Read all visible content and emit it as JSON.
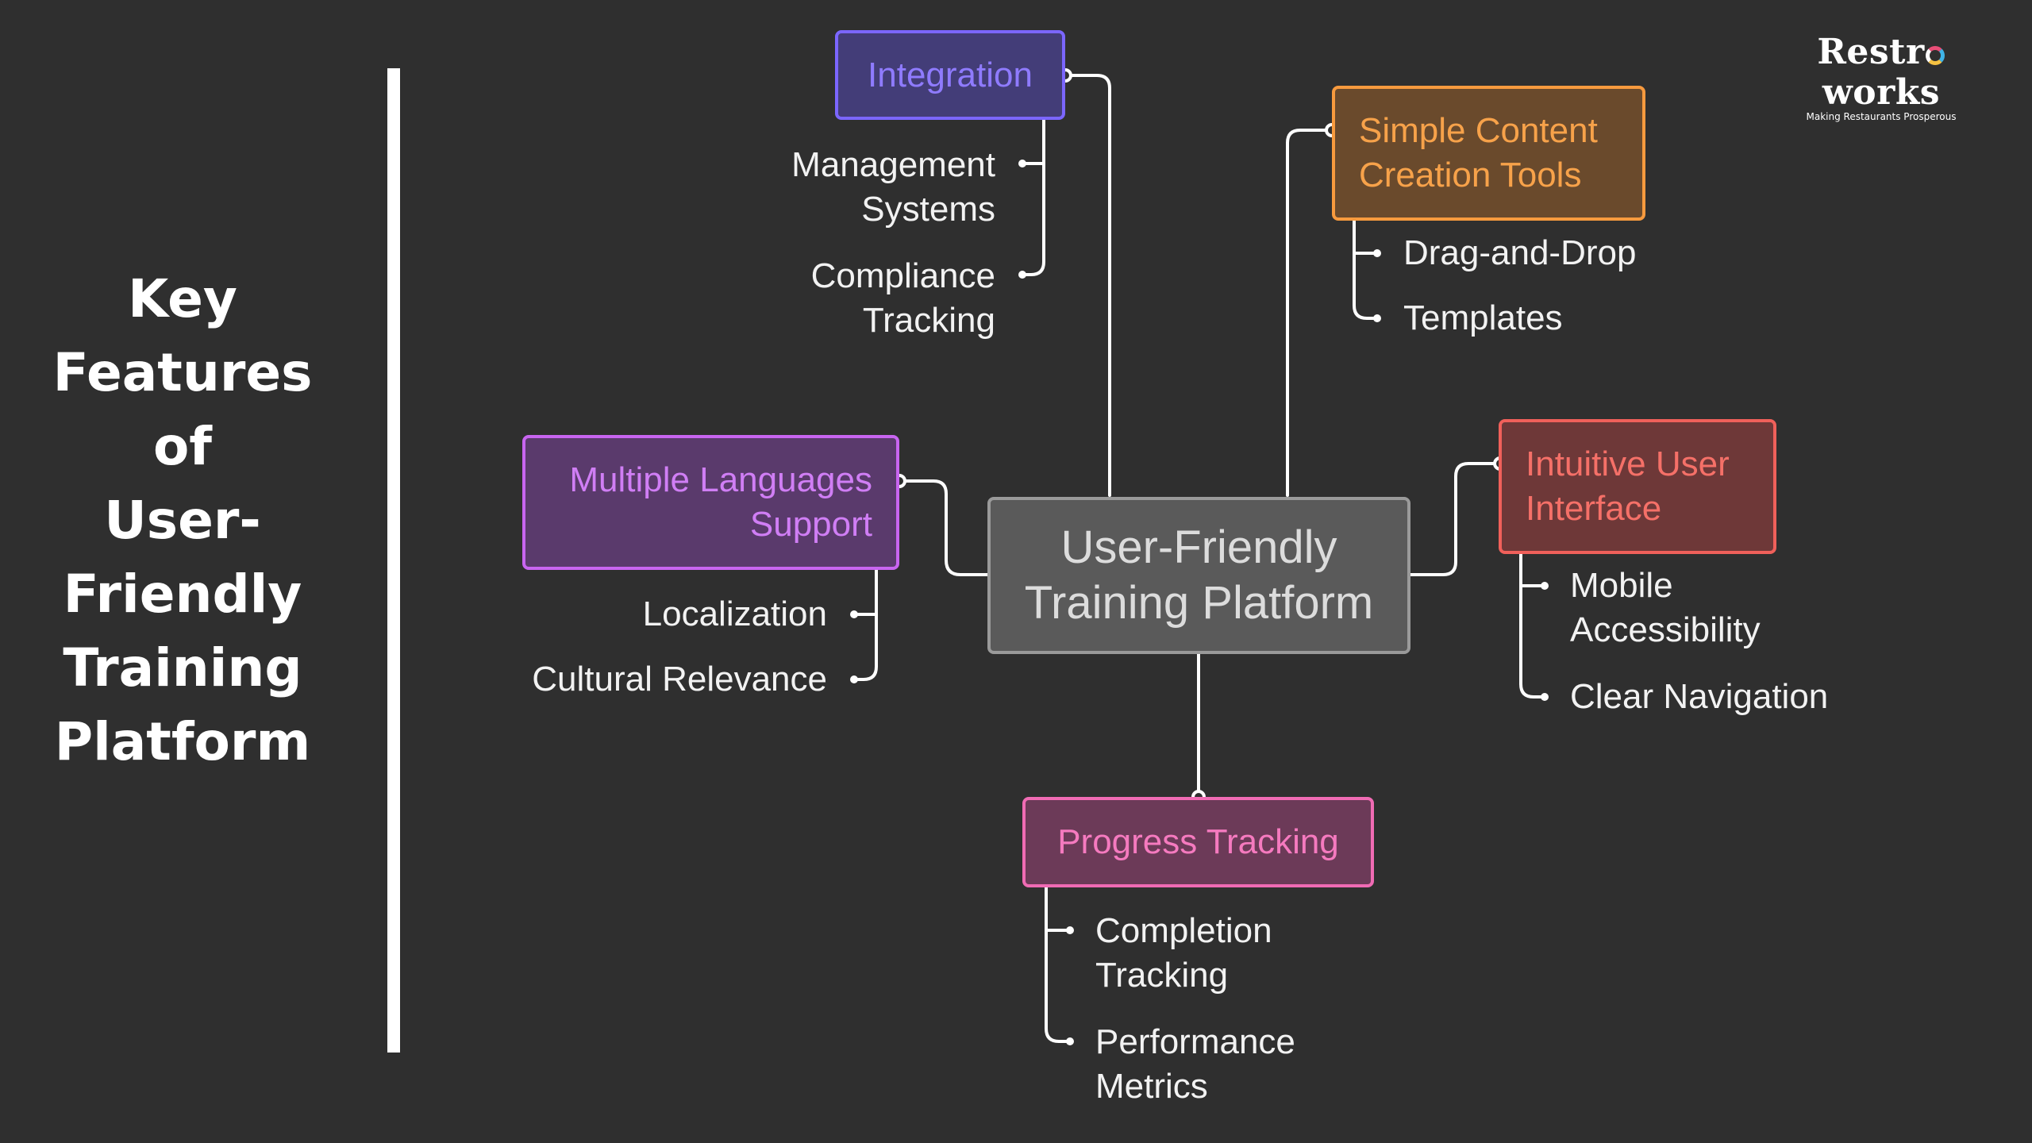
{
  "title_lines": [
    "Key",
    "Features",
    "of",
    "User-",
    "Friendly",
    "Training",
    "Platform"
  ],
  "logo": {
    "name_before": "Restr",
    "name_after": "works",
    "tagline": "Making Restaurants Prosperous"
  },
  "center": {
    "lines": [
      "User-Friendly",
      "Training Platform"
    ]
  },
  "branches": {
    "integration": {
      "lines": [
        "Integration"
      ],
      "color": "#7b66ff",
      "items": [
        {
          "lines": [
            "Management",
            "Systems"
          ]
        },
        {
          "lines": [
            "Compliance",
            "Tracking"
          ]
        }
      ]
    },
    "content": {
      "lines": [
        "Simple Content",
        "Creation Tools"
      ],
      "color": "#f79a3e",
      "items": [
        {
          "lines": [
            "Drag-and-Drop"
          ]
        },
        {
          "lines": [
            "Templates"
          ]
        }
      ]
    },
    "languages": {
      "lines": [
        "Multiple Languages",
        "Support"
      ],
      "color": "#c865f0",
      "items": [
        {
          "lines": [
            "Localization"
          ]
        },
        {
          "lines": [
            "Cultural Relevance"
          ]
        }
      ]
    },
    "ui": {
      "lines": [
        "Intuitive User",
        "Interface"
      ],
      "color": "#f0605a",
      "items": [
        {
          "lines": [
            "Mobile",
            "Accessibility"
          ]
        },
        {
          "lines": [
            "Clear Navigation"
          ]
        }
      ]
    },
    "progress": {
      "lines": [
        "Progress Tracking"
      ],
      "color": "#f06bb4",
      "items": [
        {
          "lines": [
            "Completion",
            "Tracking"
          ]
        },
        {
          "lines": [
            "Performance",
            "Metrics"
          ]
        }
      ]
    }
  }
}
